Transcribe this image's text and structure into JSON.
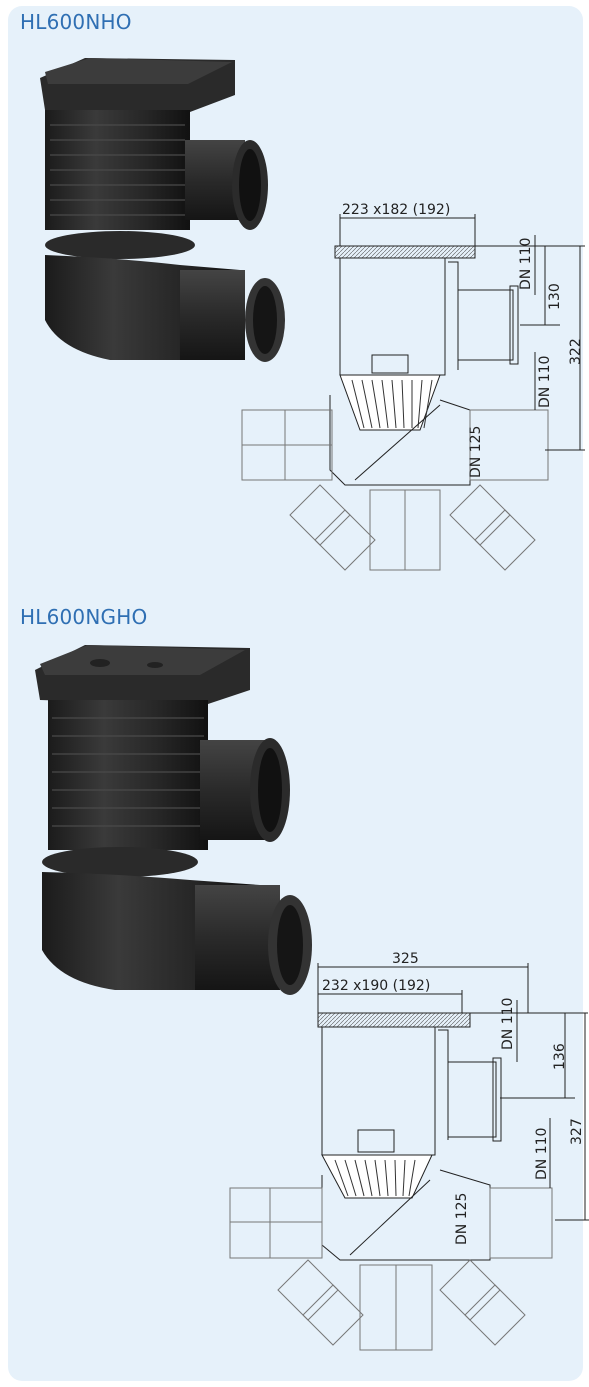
{
  "products": [
    {
      "title": "HL600NHO",
      "dims": {
        "top_size": "223 x182  (192)",
        "dn_top": "DN 110",
        "dn_side": "DN 110",
        "dn_bottom": "DN 125",
        "height_upper": "130",
        "height_total": "322"
      }
    },
    {
      "title": "HL600NGHO",
      "dims": {
        "overall_width": "325",
        "top_size": "232 x190  (192)",
        "dn_top": "DN 110",
        "dn_side": "DN 110",
        "dn_bottom": "DN 125",
        "height_upper": "136",
        "height_total": "327"
      }
    }
  ]
}
